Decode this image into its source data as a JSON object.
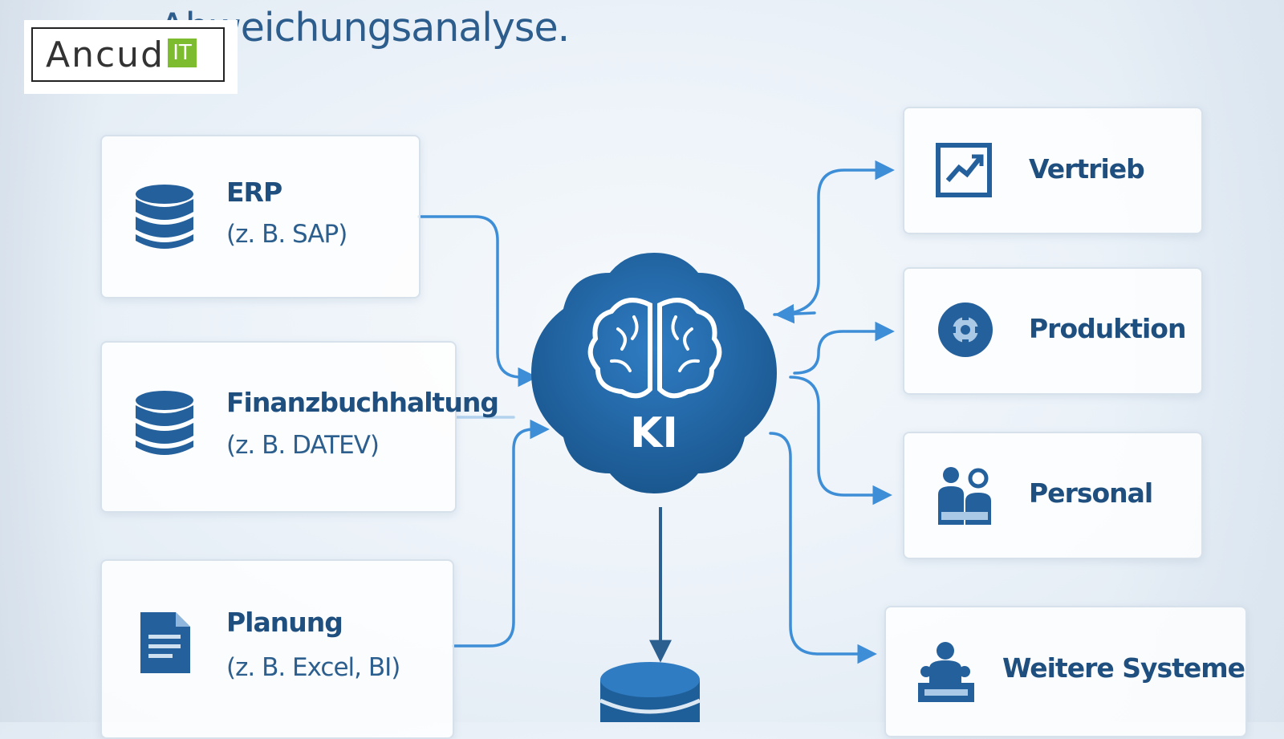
{
  "title": "Abweichungsanalyse.",
  "logo": {
    "text": "Ancud",
    "badge": "IT"
  },
  "sources": [
    {
      "icon": "database-icon",
      "title": "ERP",
      "subtitle": "(z. B. SAP)"
    },
    {
      "icon": "database-icon",
      "title": "Finanzbuchhaltung",
      "subtitle": "(z. B. DATEV)"
    },
    {
      "icon": "document-icon",
      "title": "Planung",
      "subtitle": "(z. B. Excel, BI)"
    }
  ],
  "hub": {
    "label": "KI",
    "icon": "brain-icon"
  },
  "targets": [
    {
      "icon": "chart-icon",
      "label": "Vertrieb"
    },
    {
      "icon": "gear-icon",
      "label": "Produktion"
    },
    {
      "icon": "people-icon",
      "label": "Personal"
    },
    {
      "icon": "people-icon",
      "label": "Weitere Systeme"
    }
  ],
  "output": {
    "icon": "database-icon"
  },
  "colors": {
    "primary": "#1f5f99",
    "line": "#3d8ed6",
    "text": "#1f4f7e"
  }
}
